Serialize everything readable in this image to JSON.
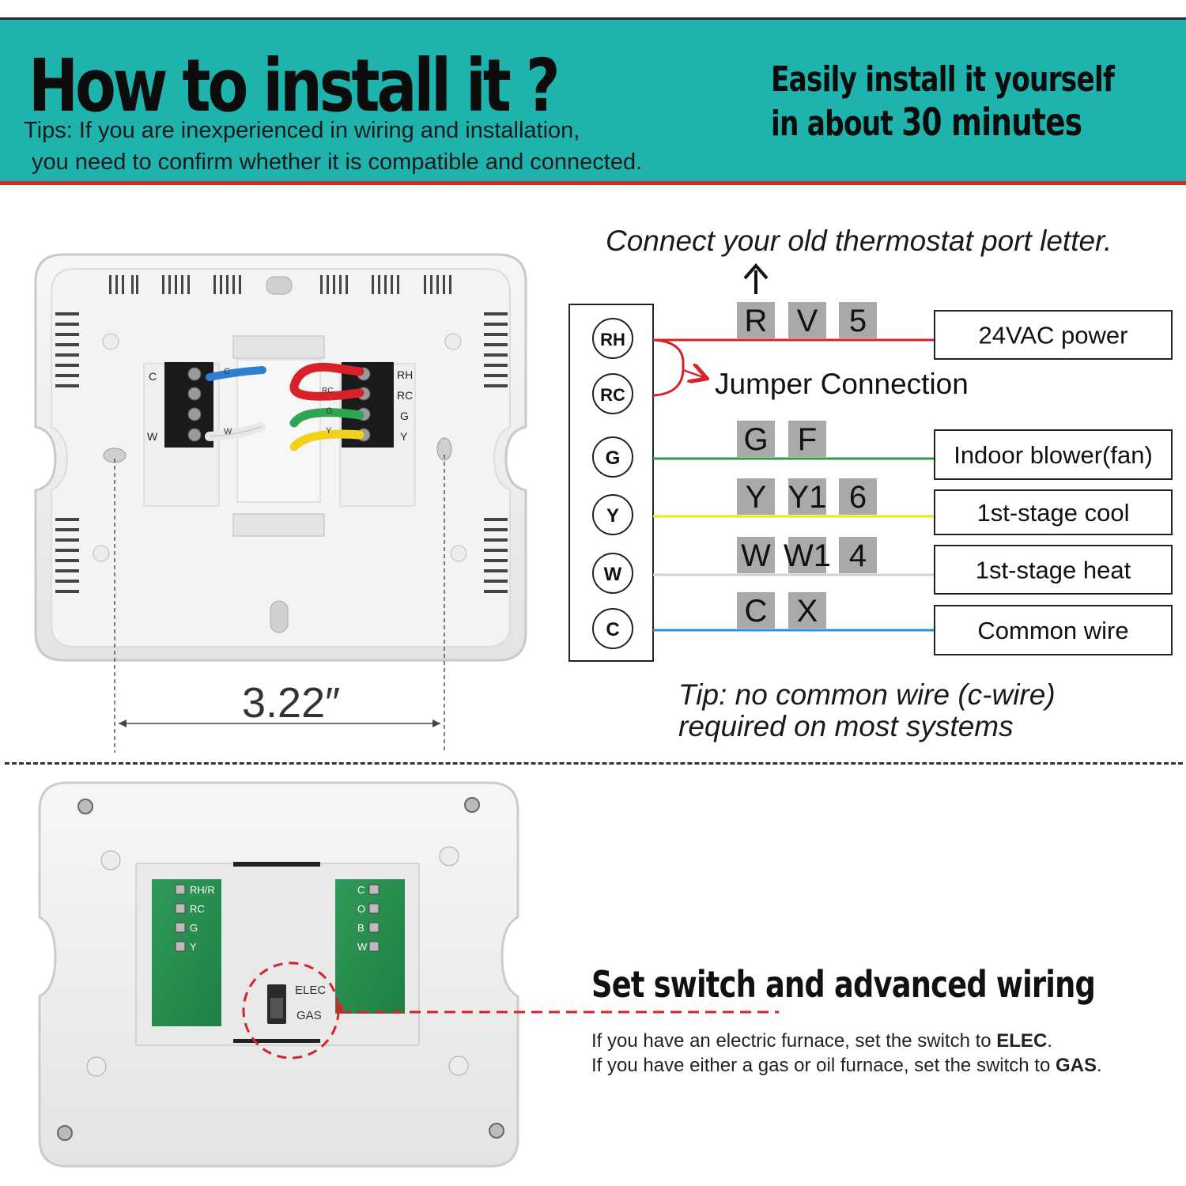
{
  "header": {
    "title": "How to install it ?",
    "tip_line1": "Tips: If you are inexperienced in wiring and installation,",
    "tip_line2": "you need to confirm whether it is compatible and connected.",
    "easy_line1": "Easily install it yourself",
    "easy_line2_prefix": "in about ",
    "easy_line2_emph": "30 minutes"
  },
  "top_plate": {
    "terminals_left": [
      "C",
      "W"
    ],
    "terminals_right": [
      "RH",
      "RC",
      "G",
      "Y"
    ],
    "wire_labels": [
      "C",
      "W",
      "RC",
      "G",
      "Y"
    ],
    "dimension": "3.22″"
  },
  "wiring": {
    "caption": "Connect your old thermostat port letter.",
    "jumper_label": "Jumper Connection",
    "rows": [
      {
        "terminal": "RH",
        "ports": [
          "R",
          "V",
          "5"
        ],
        "desc": "24VAC power",
        "color": "#d8222a"
      },
      {
        "terminal": "RC",
        "ports": [],
        "desc": "",
        "color": "#d8222a"
      },
      {
        "terminal": "G",
        "ports": [
          "G",
          "F"
        ],
        "desc": "Indoor blower(fan)",
        "color": "#2e9a47"
      },
      {
        "terminal": "Y",
        "ports": [
          "Y",
          "Y1",
          "6"
        ],
        "desc": "1st-stage cool",
        "color": "#f2e21a"
      },
      {
        "terminal": "W",
        "ports": [
          "W",
          "W1",
          "4"
        ],
        "desc": "1st-stage heat",
        "color": "#cfcfcf"
      },
      {
        "terminal": "C",
        "ports": [
          "C",
          "X"
        ],
        "desc": "Common wire",
        "color": "#2f8fd6"
      }
    ],
    "tip_line1": "Tip: no common wire (c-wire)",
    "tip_line2": "required on most systems"
  },
  "bottom_board": {
    "left_terminals": [
      "RH/R",
      "RC",
      "G",
      "Y"
    ],
    "right_terminals": [
      "C",
      "O",
      "B",
      "W"
    ],
    "switch_labels": [
      "ELEC",
      "GAS"
    ]
  },
  "switch_section": {
    "title": "Set switch and advanced wiring",
    "line1_prefix": "If you have an electric furnace, set the switch to ",
    "line1_emph": "ELEC",
    "line1_suffix": ".",
    "line2_prefix": "If you have either a gas or oil furnace, set the switch to ",
    "line2_emph": "GAS",
    "line2_suffix": "."
  },
  "colors": {
    "banner": "#1fb3ad",
    "banner_border": "#c9302c",
    "port_box": "#a9a9a9"
  }
}
